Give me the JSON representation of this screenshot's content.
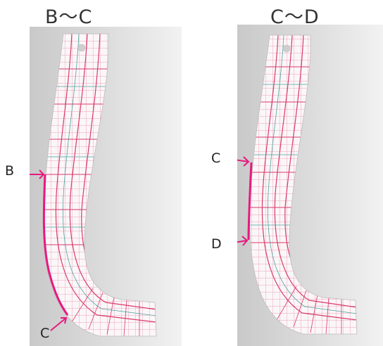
{
  "panels": [
    {
      "title": "B〜C",
      "start_label": "B",
      "end_label": "C"
    },
    {
      "title": "C〜D",
      "start_label": "C",
      "end_label": "D"
    }
  ],
  "colors": {
    "accent": "#e6197f",
    "grid_red": "#e0517a",
    "grid_teal": "#4aa5a0",
    "background_gray": "#d4d4d4"
  }
}
